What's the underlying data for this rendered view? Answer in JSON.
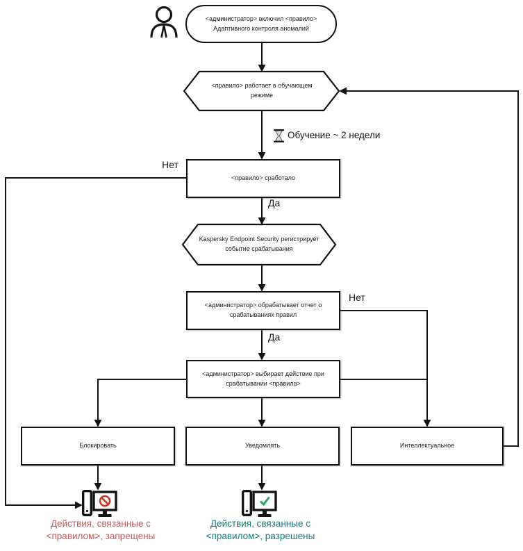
{
  "diagram": {
    "nodes": {
      "start": {
        "lines": [
          "<администратор> включил <правило>",
          "Адаптивного контроля аномалий"
        ]
      },
      "learning_mode": {
        "lines": [
          "<правило>  работает в обучающем",
          "режиме"
        ]
      },
      "rule_triggered": {
        "label": "<правило> сработало"
      },
      "registers_event": {
        "lines": [
          "Kaspersky Endpoint Security регистрирует",
          "событие срабатывания"
        ]
      },
      "processes_report": {
        "lines": [
          "<администратор> обрабатывает отчет о",
          "срабатываниях правил"
        ]
      },
      "chooses_action": {
        "lines": [
          "<администратор> выбирает действие при",
          "срабатывании <правила>"
        ]
      },
      "block": {
        "label": "Блокировать"
      },
      "notify": {
        "label": "Уведомлять"
      },
      "smart": {
        "label": "Интеллектуальное"
      }
    },
    "labels": {
      "no1": "Нет",
      "yes1": "Да",
      "no2": "Нет",
      "yes2": "Да",
      "training": "Обучение ~ 2 недели"
    },
    "outcomes": {
      "blocked": {
        "lines": [
          "Действия, связанные с",
          "<правилом>, запрещены"
        ],
        "color": "#c95757"
      },
      "allowed": {
        "lines": [
          "Действия, связанные с",
          "<правилом>, разрешены"
        ],
        "color": "#0f7d82"
      }
    },
    "icons": {
      "person": "person-icon",
      "hourglass": "hourglass-icon",
      "blocked_pc": "pc-blocked-icon",
      "allowed_pc": "pc-allowed-icon"
    },
    "colors": {
      "line": "#141414",
      "prohibit": "#d2342a",
      "check": "#27a567"
    }
  }
}
